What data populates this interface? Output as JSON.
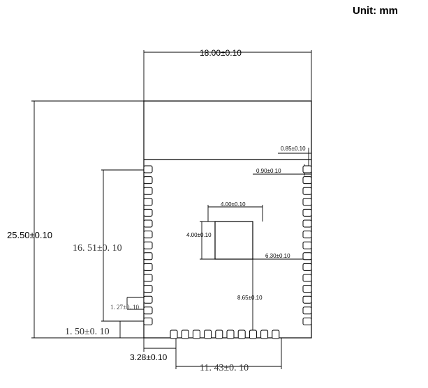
{
  "unit_label": "Unit: mm",
  "dimensions": {
    "width": "18.00±0.10",
    "height": "25.50±0.10",
    "top_offset": "0.85±0.10",
    "right_offset": "0.90±0.10",
    "pad_window_width": "4.00±0.10",
    "pad_window_height": "4.00±0.10",
    "window_right": "6.30±0.10",
    "window_bottom": "8.65±0.10",
    "left_pin_span": "16. 51±0. 10",
    "pin_pitch": "1. 27±0. 10",
    "bottom_pin_offset": "1. 50±0. 10",
    "bottom_left_offset": "3.28±0.10",
    "bottom_pin_span": "11. 43±0. 10"
  },
  "pins": {
    "left_count": 15,
    "right_count": 15,
    "bottom_count": 10
  }
}
